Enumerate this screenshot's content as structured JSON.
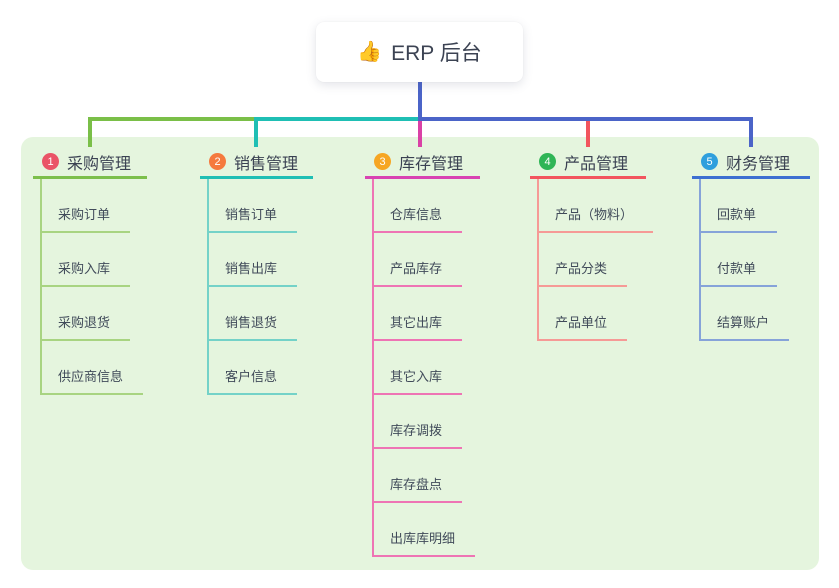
{
  "page": {
    "background": "#ffffff",
    "panel_color": "#e5f5de"
  },
  "root": {
    "emoji": "👍",
    "emoji_name": "thumbs-up-icon",
    "label": "ERP 后台",
    "connector_color": "#4b64c8"
  },
  "branches": [
    {
      "badge": "1",
      "label": "采购管理",
      "badge_color": "#ea5467",
      "line_color": "#7cbf4b",
      "light_color": "#a8d481",
      "connector_color": "#7abf48",
      "children": [
        "采购订单",
        "采购入库",
        "采购退货",
        "供应商信息"
      ]
    },
    {
      "badge": "2",
      "label": "销售管理",
      "badge_color": "#f57a3e",
      "line_color": "#1fbfb4",
      "light_color": "#74d2c8",
      "connector_color": "#1fbfb4",
      "children": [
        "销售订单",
        "销售出库",
        "销售退货",
        "客户信息"
      ]
    },
    {
      "badge": "3",
      "label": "库存管理",
      "badge_color": "#f6a623",
      "line_color": "#d843b2",
      "light_color": "#ee74b4",
      "connector_color": "#da41a6",
      "children": [
        "仓库信息",
        "产品库存",
        "其它出库",
        "其它入库",
        "库存调拨",
        "库存盘点",
        "出库库明细"
      ]
    },
    {
      "badge": "4",
      "label": "产品管理",
      "badge_color": "#2fb556",
      "line_color": "#f2555e",
      "light_color": "#f69a96",
      "connector_color": "#f2555e",
      "children": [
        "产品（物料）",
        "产品分类",
        "产品单位"
      ]
    },
    {
      "badge": "5",
      "label": "财务管理",
      "badge_color": "#2f9fdd",
      "line_color": "#3d6fd1",
      "light_color": "#86a3d9",
      "connector_color": "#4b64c8",
      "children": [
        "回款单",
        "付款单",
        "结算账户"
      ]
    }
  ]
}
